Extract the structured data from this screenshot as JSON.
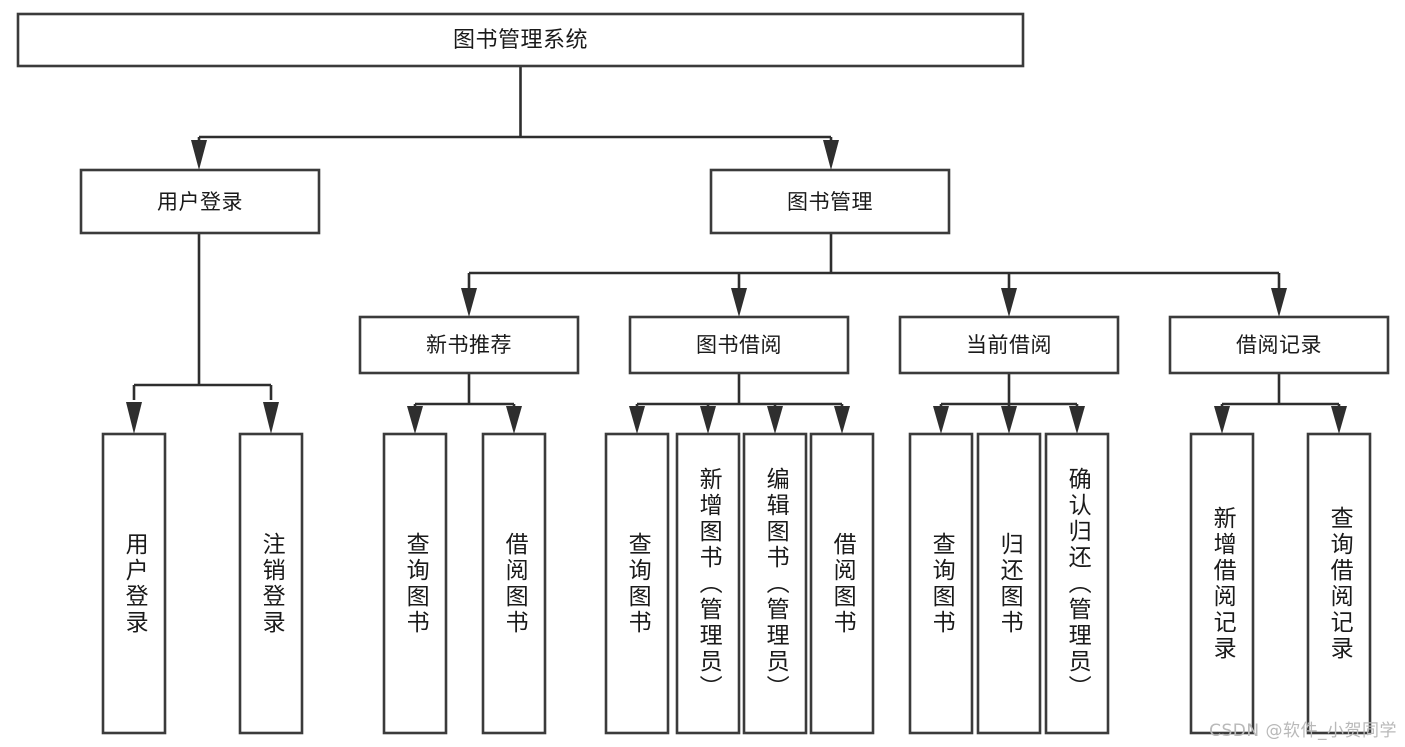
{
  "diagram": {
    "title": "图书管理系统",
    "type": "tree-hierarchy-diagram",
    "colors": {
      "box_stroke": "#3b3b3b",
      "box_fill": "#ffffff",
      "edge": "#2e2e2e",
      "text": "#1a1a1a",
      "watermark": "#b9b9b9",
      "background": "#ffffff"
    },
    "root": {
      "label": "图书管理系统"
    },
    "level2": [
      {
        "label": "用户登录"
      },
      {
        "label": "图书管理"
      }
    ],
    "level3": [
      {
        "label": "新书推荐"
      },
      {
        "label": "图书借阅"
      },
      {
        "label": "当前借阅"
      },
      {
        "label": "借阅记录"
      }
    ],
    "leaves": {
      "user_login": [
        {
          "label": "用户登录"
        },
        {
          "label": "注销登录"
        }
      ],
      "new_book_recommend": [
        {
          "label": "查询图书"
        },
        {
          "label": "借阅图书"
        }
      ],
      "book_borrow": [
        {
          "label": "查询图书"
        },
        {
          "label": "新增图书（管理员）"
        },
        {
          "label": "编辑图书（管理员）"
        },
        {
          "label": "借阅图书"
        }
      ],
      "current_borrow": [
        {
          "label": "查询图书"
        },
        {
          "label": "归还图书"
        },
        {
          "label": "确认归还（管理员）"
        }
      ],
      "borrow_records": [
        {
          "label": "新增借阅记录"
        },
        {
          "label": "查询借阅记录"
        }
      ]
    }
  },
  "watermark": {
    "text": "CSDN @软件_小贺同学"
  }
}
